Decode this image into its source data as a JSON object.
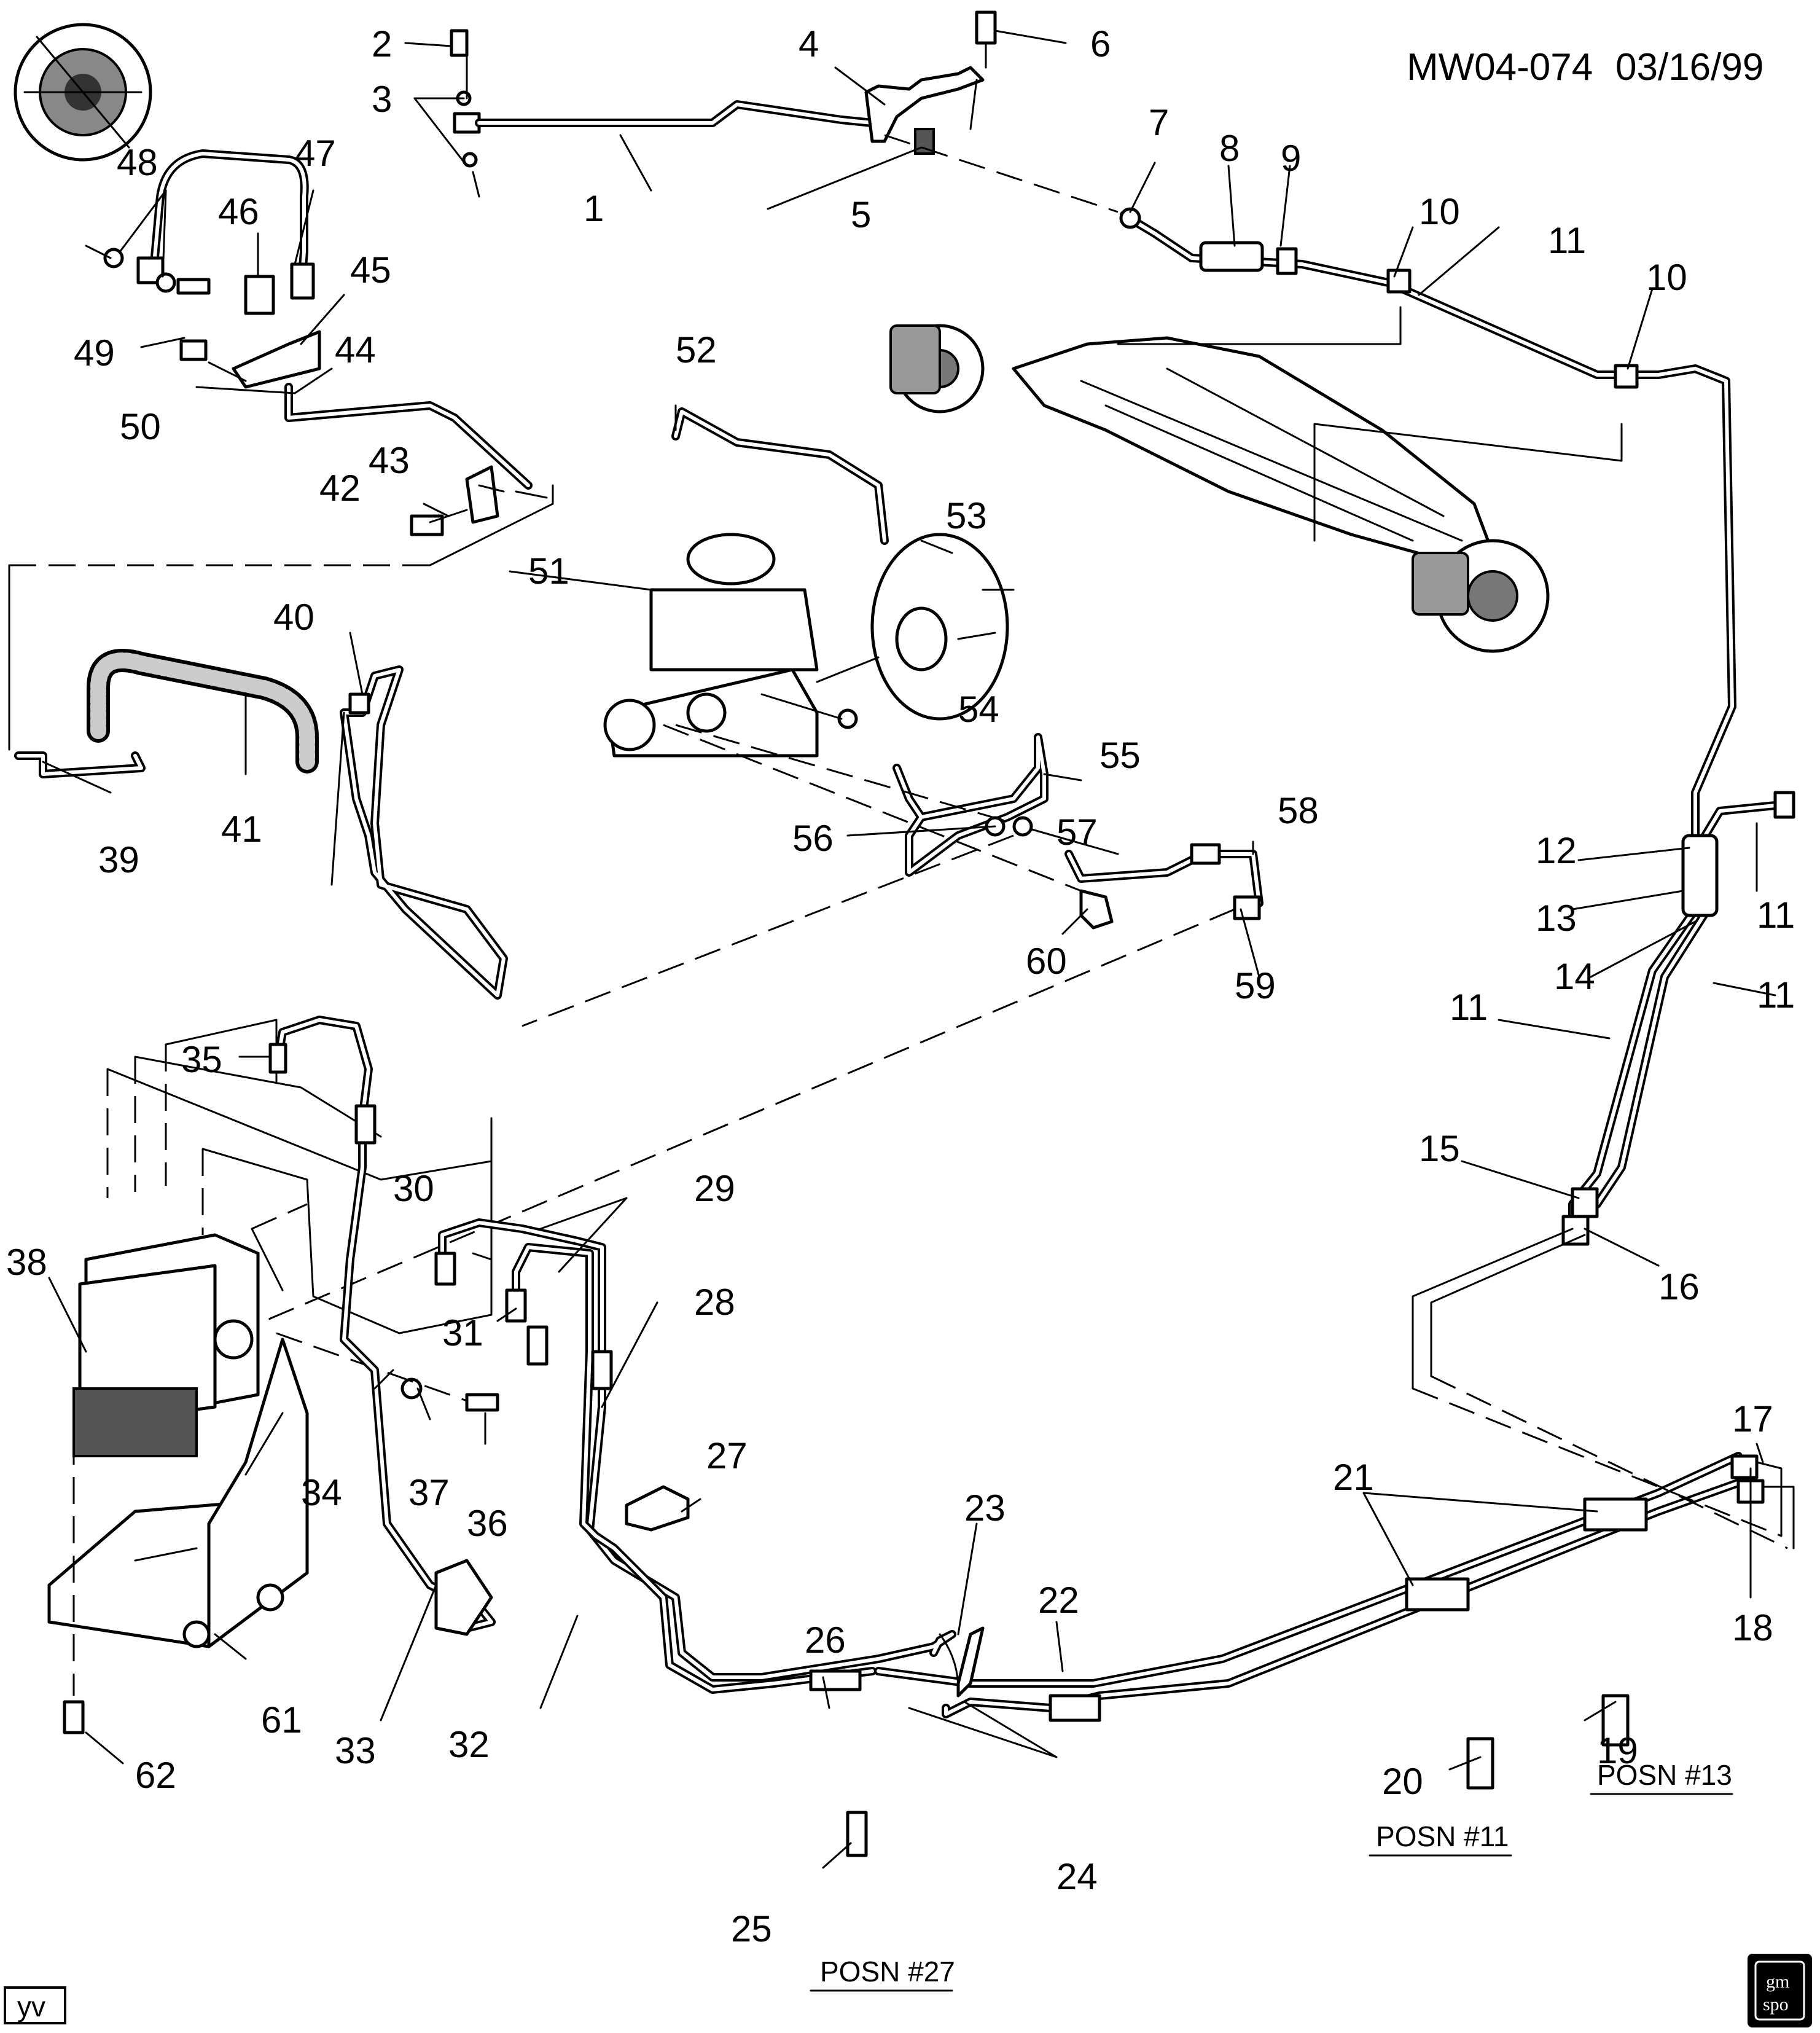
{
  "header": {
    "drawing_id": "MW04-074",
    "date": "03/16/99"
  },
  "callouts": [
    "1",
    "2",
    "3",
    "4",
    "5",
    "6",
    "7",
    "8",
    "9",
    "10",
    "10",
    "11",
    "11",
    "11",
    "11",
    "11",
    "12",
    "13",
    "14",
    "15",
    "16",
    "17",
    "18",
    "19",
    "20",
    "21",
    "22",
    "23",
    "24",
    "25",
    "26",
    "27",
    "28",
    "29",
    "30",
    "31",
    "32",
    "33",
    "34",
    "35",
    "36",
    "37",
    "38",
    "39",
    "40",
    "41",
    "42",
    "43",
    "44",
    "45",
    "46",
    "47",
    "48",
    "49",
    "50",
    "51",
    "52",
    "53",
    "54",
    "55",
    "56",
    "57",
    "58",
    "59",
    "60",
    "61",
    "62"
  ],
  "positions": {
    "posn_11": "POSN #11",
    "posn_13": "POSN #13",
    "posn_27": "POSN #27"
  },
  "corner_tag": "yv",
  "logo": {
    "line1": "gm",
    "line2": "spo"
  }
}
